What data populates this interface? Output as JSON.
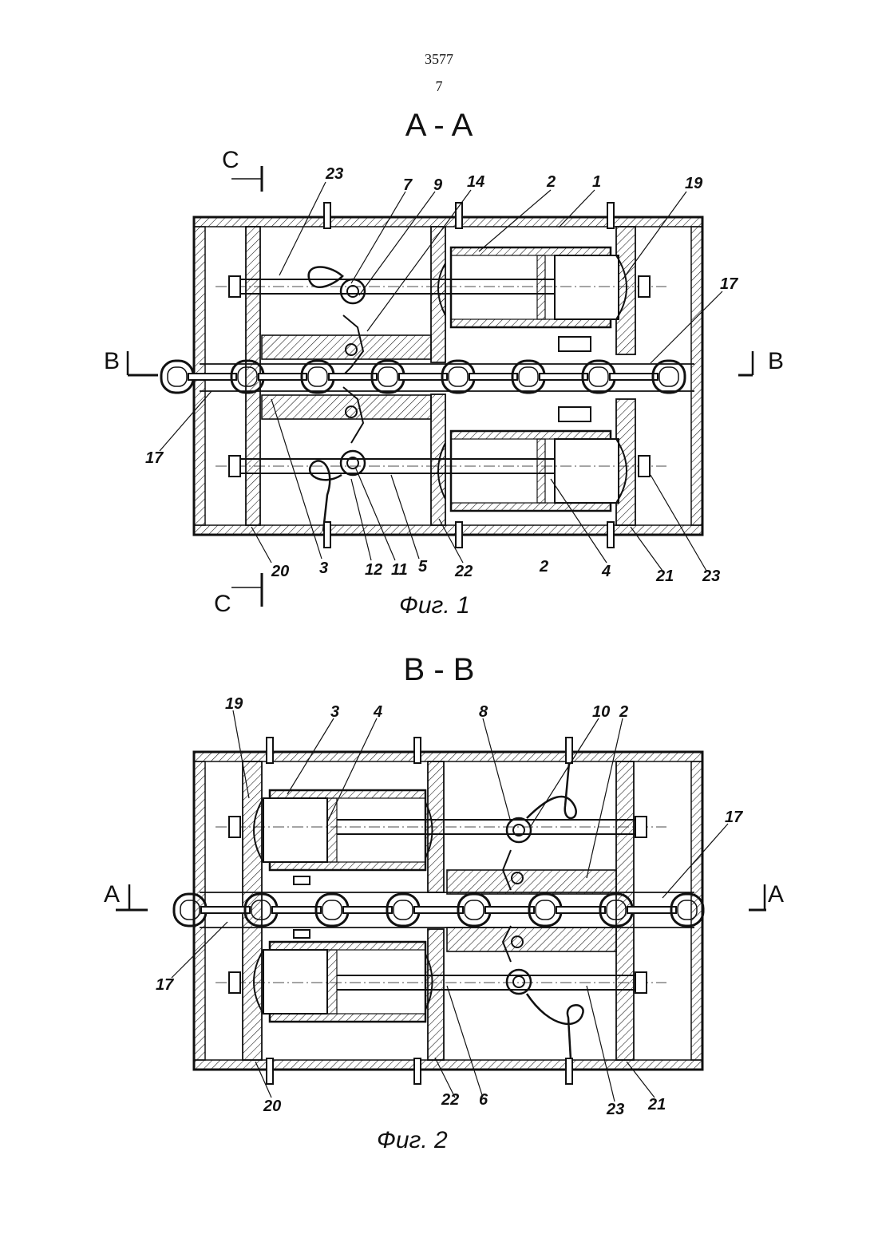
{
  "page": {
    "doc_number": "3577",
    "page_number": "7"
  },
  "figure1": {
    "section_title": "A - A",
    "caption": "Фиг. 1",
    "section_markers": {
      "top_left": "C",
      "bottom_left": "C",
      "left": "B",
      "right": "B"
    },
    "callouts": [
      "23",
      "7",
      "9",
      "14",
      "2",
      "1",
      "19",
      "17",
      "17",
      "20",
      "3",
      "12",
      "11",
      "5",
      "22",
      "2",
      "4",
      "21",
      "23"
    ]
  },
  "figure2": {
    "section_title": "B - B",
    "caption": "Фиг. 2",
    "section_markers": {
      "left": "A",
      "right": "A"
    },
    "callouts": [
      "19",
      "3",
      "4",
      "8",
      "10",
      "2",
      "17",
      "17",
      "20",
      "22",
      "6",
      "23",
      "21"
    ]
  }
}
